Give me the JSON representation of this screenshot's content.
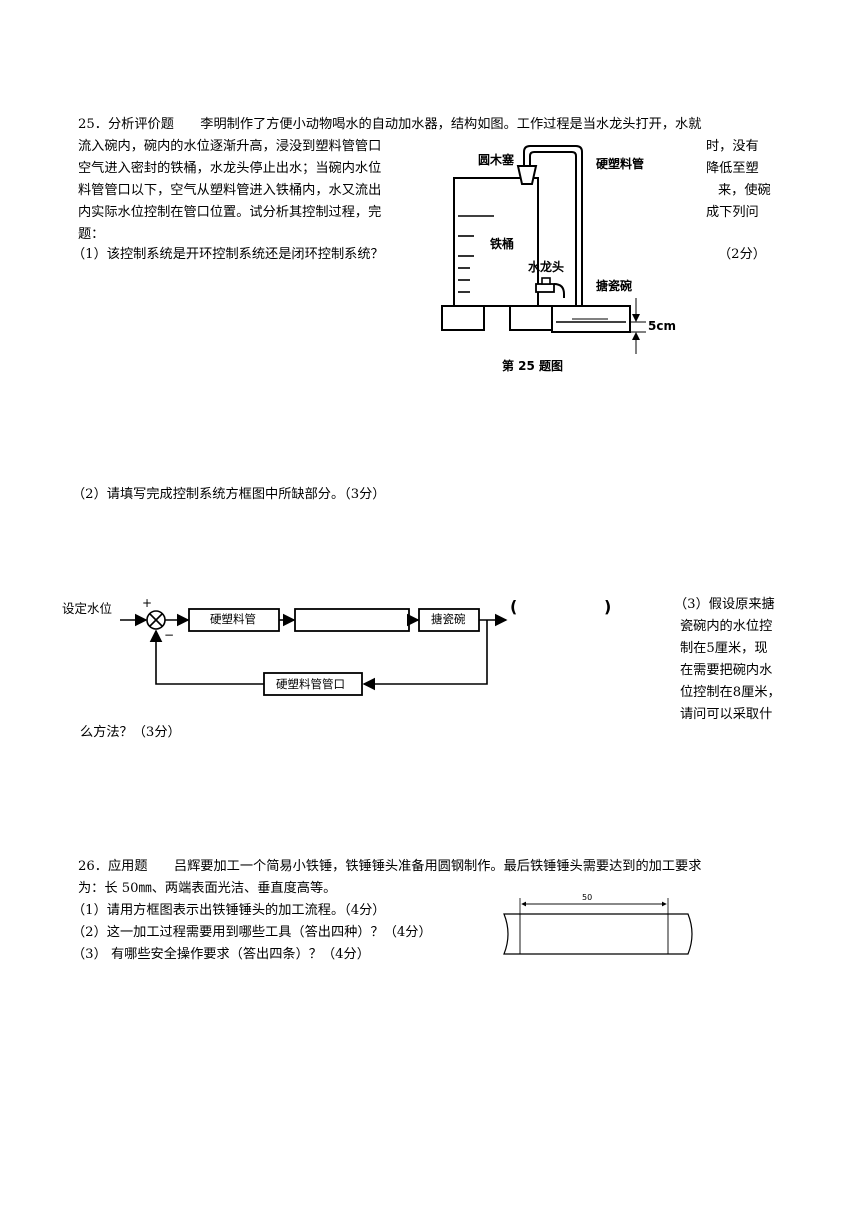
{
  "q25": {
    "line1": "25．分析评价题　　李明制作了方便小动物喝水的自动加水器，结构如图。工作过程是当水龙头打开，水就",
    "line2_left": "流入碗内，碗内的水位逐渐升高，浸没到塑料管管口",
    "line2_right": "时，没有",
    "line3_left": "空气进入密封的铁桶，水龙头停止出水；当碗内水位",
    "line3_right": "降低至塑",
    "line4_left": "料管管口以下，空气从塑料管进入铁桶内，水又流出",
    "line4_right": "来，使碗",
    "line5_left": "内实际水位控制在管口位置。试分析其控制过程，完",
    "line5_right": "成下列问",
    "line6": "题：",
    "sub1": "（1）该控制系统是开环控制系统还是闭环控制系统？",
    "sub1_score": "（2分）",
    "sub2": "（2）请填写完成控制系统方框图中所缺部分。（3分）",
    "sub3_lines": [
      "（3）假设原来搪",
      "瓷碗内的水位控",
      "制在5厘米，现",
      "在需要把碗内水",
      "位控制在8厘米，",
      "请问可以采取什"
    ],
    "sub3_tail": "么方法？（3分）"
  },
  "figure25": {
    "stopper": "圆木塞",
    "pipe": "硬塑料管",
    "bucket": "铁桶",
    "faucet": "水龙头",
    "bowl": "搪瓷碗",
    "depth": "5cm",
    "caption": "第 25 题图"
  },
  "block_diagram": {
    "input": "设定水位",
    "plus": "+",
    "minus": "−",
    "block1": "硬塑料管",
    "block2": "",
    "block3": "搪瓷碗",
    "output_open": "(",
    "output_close": ")",
    "feedback": "硬塑料管管口"
  },
  "q26": {
    "line1": "26．应用题　　吕辉要加工一个简易小铁锤，铁锤锤头准备用圆钢制作。最后铁锤锤头需要达到的加工要求",
    "line2": "为：长 50㎜、两端表面光洁、垂直度高等。",
    "sub1": "（1）请用方框图表示出铁锤锤头的加工流程。（4分）",
    "sub2": "（2）这一加工过程需要用到哪些工具（答出四种）？（4分）",
    "sub3": "（3）  有哪些安全操作要求（答出四条）？（4分）",
    "dimension": "50"
  }
}
